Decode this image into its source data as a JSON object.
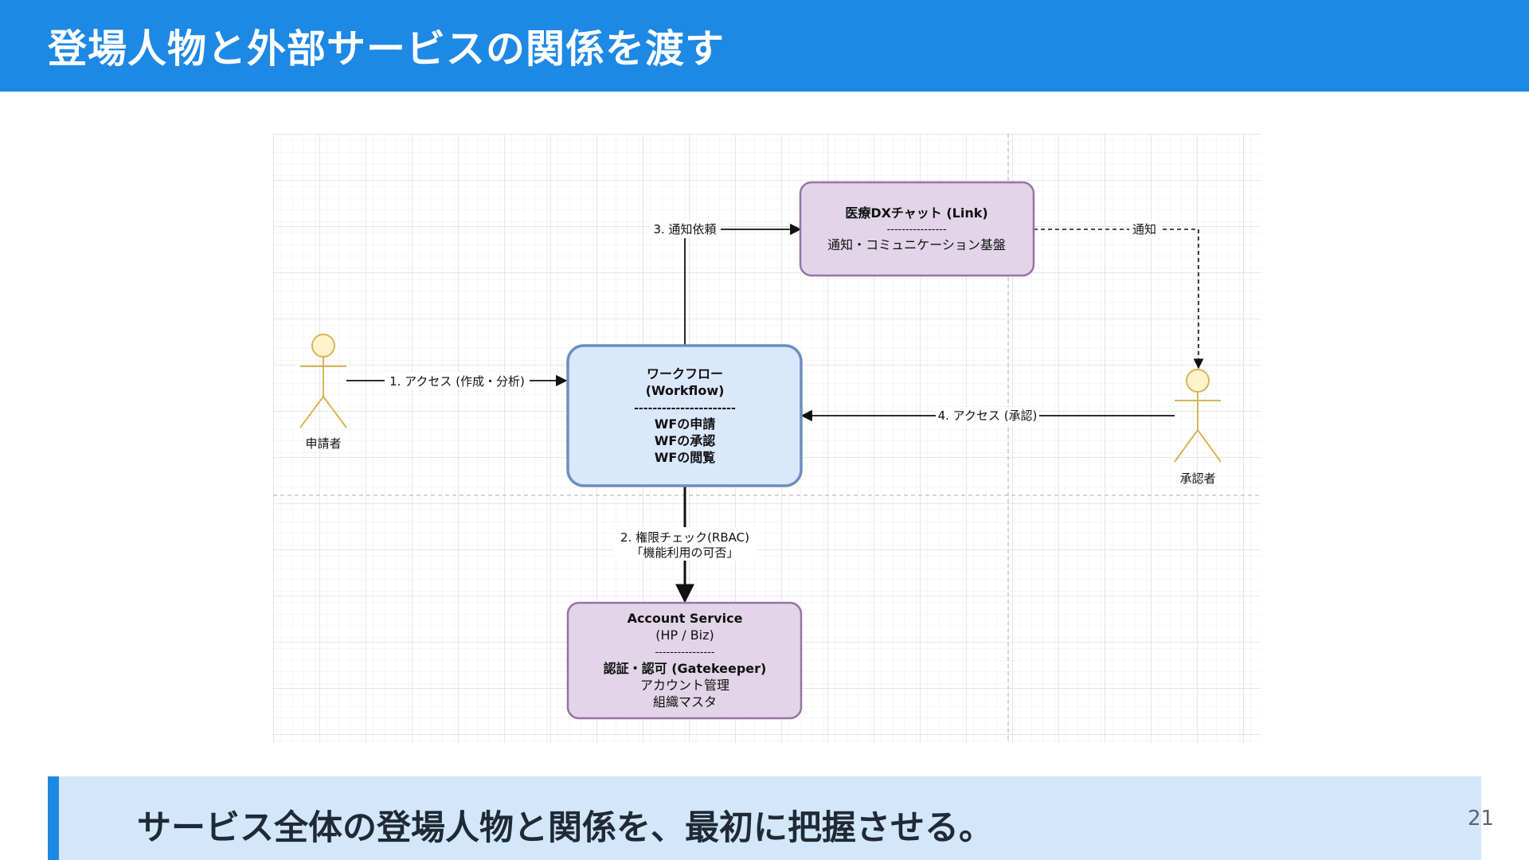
{
  "slide": {
    "title": "登場人物と外部サービスの関係を渡す",
    "callout": "サービス全体の登場人物と関係を、最初に把握させる。",
    "page_number": "21"
  },
  "diagram": {
    "actors": {
      "applicant": "申請者",
      "approver": "承認者"
    },
    "nodes": {
      "workflow": {
        "title": "ワークフロー",
        "subtitle": "(Workflow)",
        "divider": "----------------------",
        "items": [
          "WFの申請",
          "WFの承認",
          "WFの閲覧"
        ]
      },
      "chat": {
        "title": "医療DXチャット (Link)",
        "divider": "----------------",
        "description": "通知・コミュニケーション基盤"
      },
      "account": {
        "title": "Account Service",
        "subtitle": "(HP / Biz)",
        "divider": "----------------",
        "auth": "認証・認可 (Gatekeeper)",
        "lines": [
          "アカウント管理",
          "組織マスタ"
        ]
      }
    },
    "edges": {
      "access_create": "1. アクセス (作成・分析)",
      "rbac_line1": "2. 権限チェック(RBAC)",
      "rbac_line2": "「機能利用の可否」",
      "notify_request": "3. 通知依頼",
      "access_approve": "4. アクセス (承認)",
      "notify": "通知"
    },
    "colors": {
      "workflow_fill": "#dae8fc",
      "workflow_stroke": "#6c8ebf",
      "purple_fill": "#e1d5e7",
      "purple_stroke": "#9673a6",
      "actor_fill": "#fff2cc",
      "actor_stroke": "#d6b656"
    }
  },
  "colors": {
    "header": "#1e88e5",
    "callout_bg": "#d3e7fb"
  }
}
